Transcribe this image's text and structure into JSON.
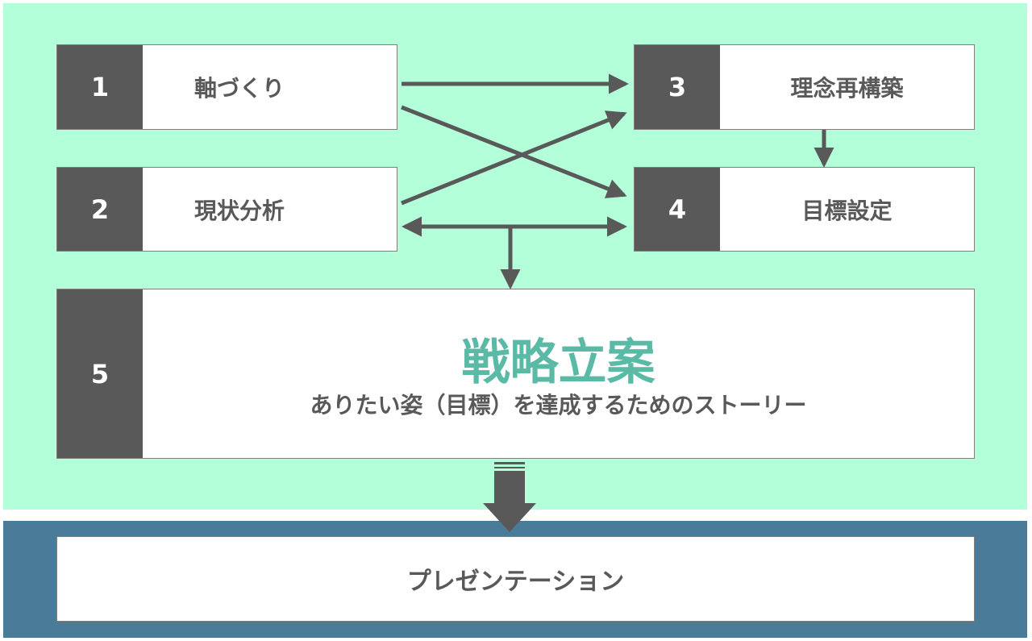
{
  "steps": [
    {
      "number": "1",
      "label": "軸づくり"
    },
    {
      "number": "2",
      "label": "現状分析"
    },
    {
      "number": "3",
      "label": "理念再構築"
    },
    {
      "number": "4",
      "label": "目標設定"
    },
    {
      "number": "5",
      "title": "戦略立案",
      "subtitle": "ありたい姿（目標）を達成するためのストーリー"
    }
  ],
  "output": {
    "label": "プレゼンテーション"
  },
  "colors": {
    "panel_top": "#b3ffd9",
    "panel_bottom": "#4a7b99",
    "number_block": "#595959",
    "arrow": "#595959",
    "accent_title": "#5bbaa6",
    "text": "#595959"
  }
}
